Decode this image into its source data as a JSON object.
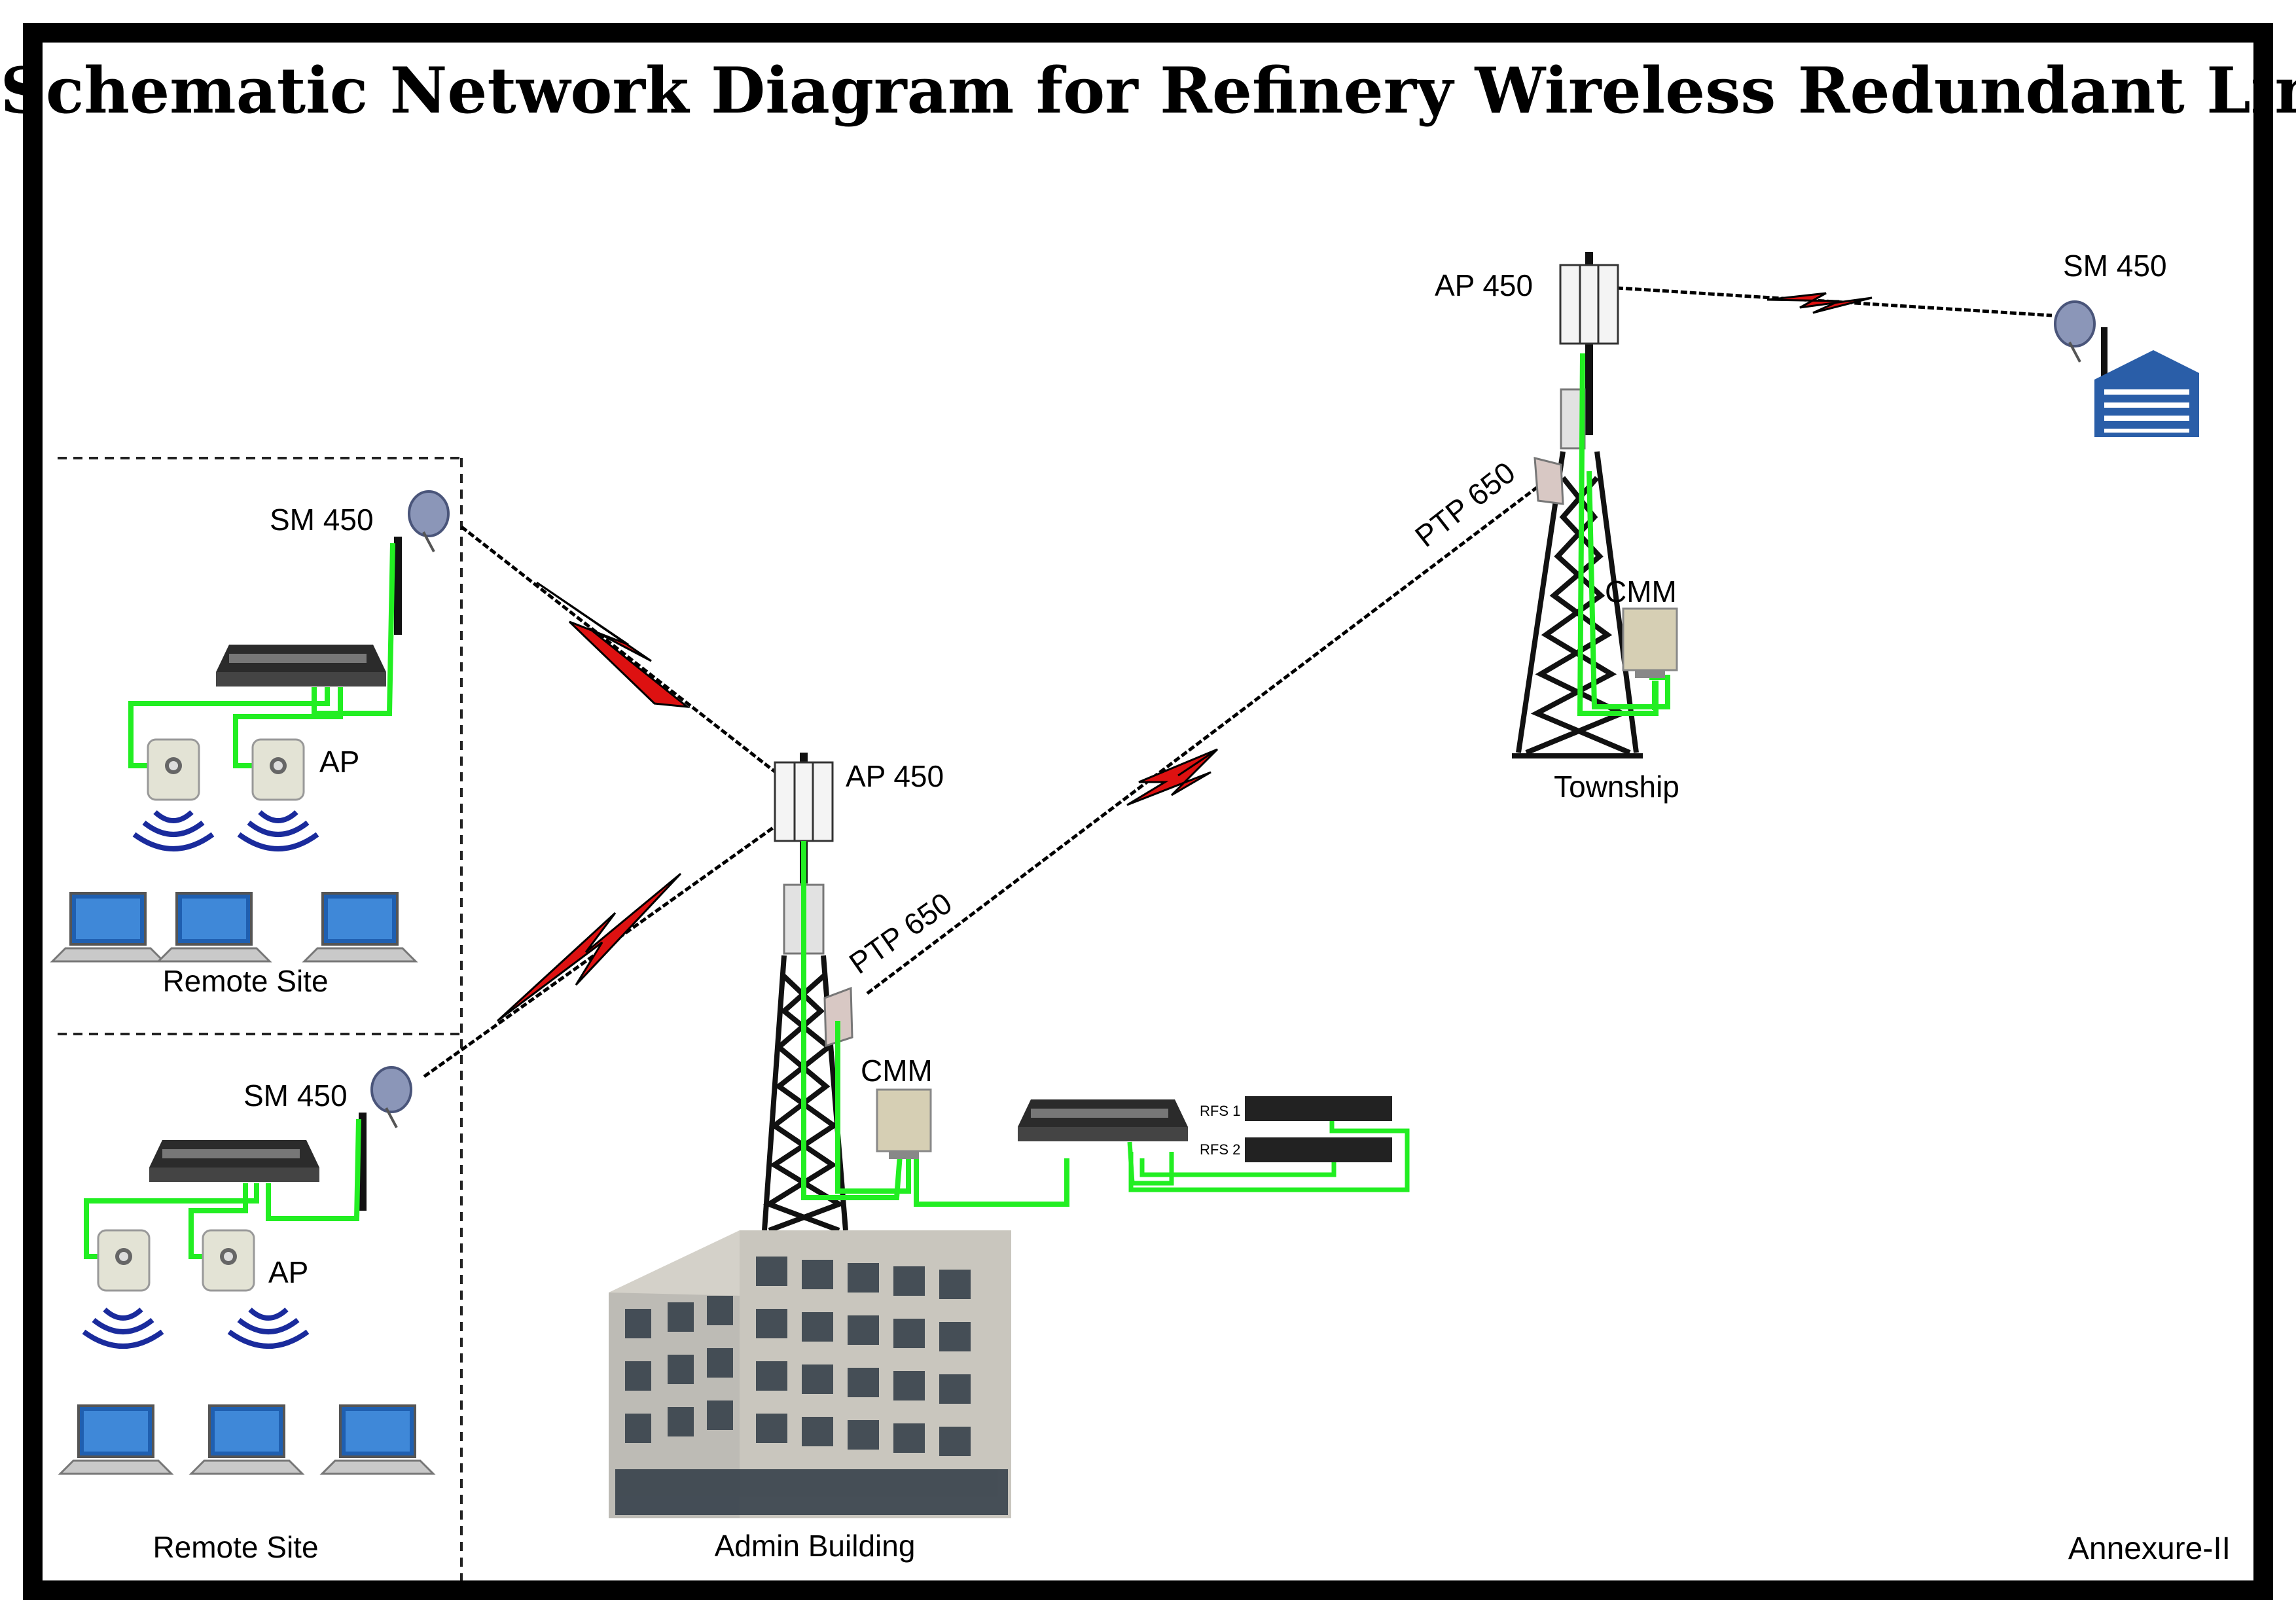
{
  "title": "Schematic Network Diagram for Refinery Wireless Redundant Link",
  "annexure": "Annexure-II",
  "labels": {
    "sm_remote_top": "SM 450",
    "sm_remote_bottom": "SM 450",
    "ap_remote_top": "AP",
    "ap_remote_bottom": "AP",
    "remote_site_top": "Remote Site",
    "remote_site_bottom": "Remote Site",
    "ap450_admin": "AP 450",
    "ptp_admin": "PTP 650",
    "cmm_admin": "CMM",
    "admin_building": "Admin Building",
    "rfs1": "RFS 1",
    "rfs2": "RFS 2",
    "ap450_township": "AP 450",
    "ptp_township": "PTP 650",
    "cmm_township": "CMM",
    "township": "Township",
    "sm_far": "SM 450"
  },
  "colors": {
    "border": "#000000",
    "cable": "#22ee22",
    "wireless_bolt": "#dd1111",
    "wifi_waves": "#1a2b9c",
    "building_blue": "#2a5ea8"
  }
}
